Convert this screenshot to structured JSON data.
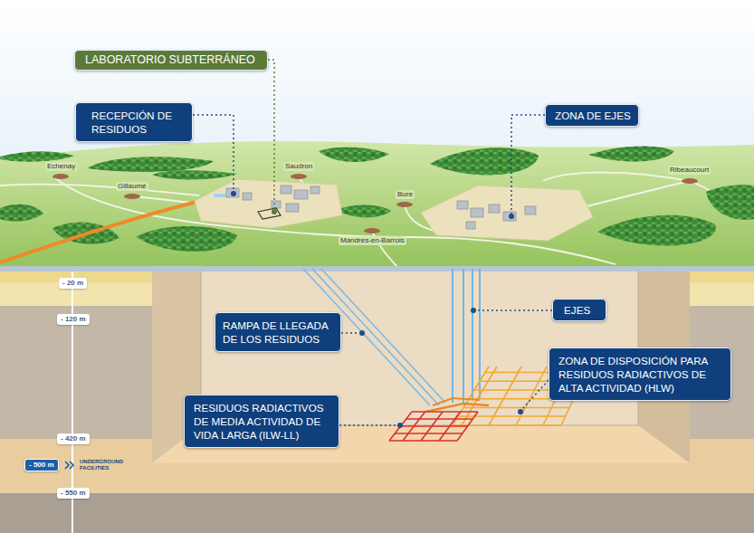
{
  "diagram": {
    "nodes": [
      {
        "text": [
          "LABORATORIO SUBTERRÁNEO"
        ]
      },
      {
        "text": [
          "RECEPCIÓN DE RESIDUOS"
        ]
      },
      {
        "text": [
          "ZONA DE EJES"
        ]
      },
      {
        "text": [
          "- 20 m"
        ]
      },
      {
        "text": [
          "- 120 m"
        ]
      },
      {
        "text": [
          "RAMPA DE LLEGADA DE LOS RESIDUOS"
        ]
      },
      {
        "text": [
          "EJES"
        ]
      },
      {
        "text": [
          "ZONA DE DISPOSICIÓN PARA RESIDUOS RADIACTIVOS DE ALTA ACTIVIDAD (HLW)"
        ]
      },
      {
        "text": [
          "RESIDUOS RADIACTIVOS DE MEDIA ACTIVIDAD DE VIDA LARGA (ILW-LL)"
        ]
      },
      {
        "text": [
          "- 420 m"
        ]
      },
      {
        "text": [
          "- 500 m"
        ]
      },
      {
        "text": [
          "- 550 m"
        ]
      }
    ],
    "labels": [
      "Echenay",
      "Saudron",
      "Ribeaucourt",
      "Gillaumé",
      "Bure",
      "Mandres-en-Barrois",
      "UNDERGROUND FACILITIES"
    ]
  }
}
